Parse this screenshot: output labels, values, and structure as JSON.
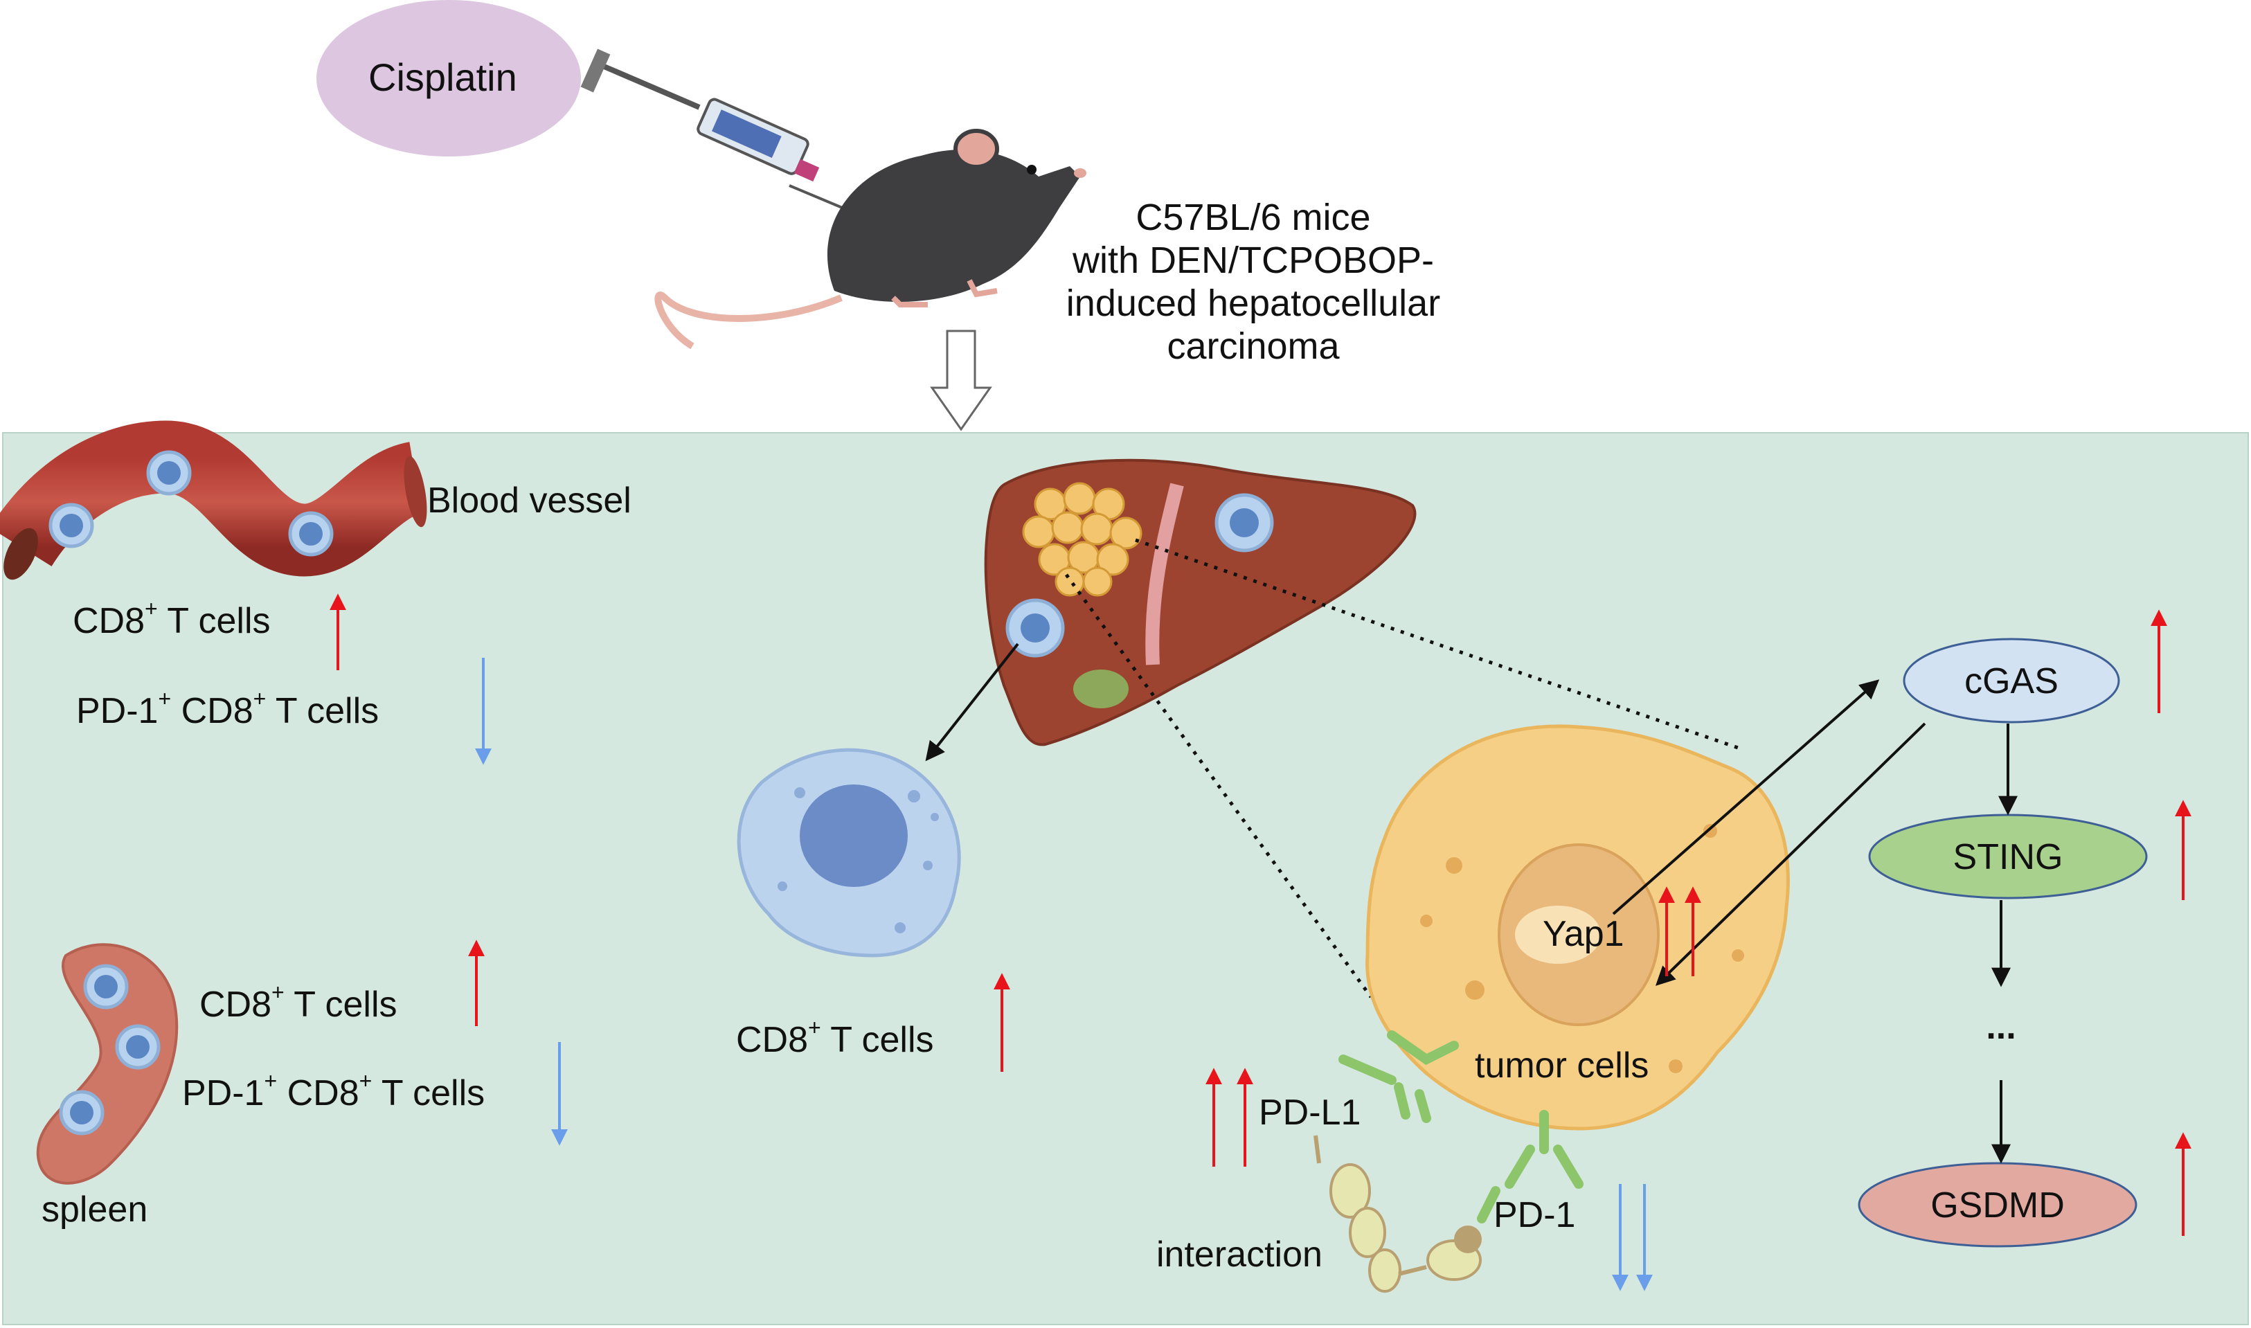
{
  "drug": {
    "label": "Cisplatin",
    "color": "#dcc6e0"
  },
  "mouse": {
    "line1": "C57BL/6  mice",
    "line2": "with DEN/TCPOBOP-",
    "line3": "induced hepatocellular",
    "line4": "carcinoma"
  },
  "panel": {
    "background": "#d5e8df"
  },
  "blood_vessel": {
    "label": "Blood vessel",
    "cd8_prefix": "CD8",
    "cd8_suffix": " T cells",
    "pd1_prefix": "PD-1",
    "pd1_mid": " CD8",
    "pd1_suffix": " T cells",
    "sup": "+"
  },
  "spleen": {
    "label": "spleen",
    "cd8_prefix": "CD8",
    "cd8_suffix": " T cells",
    "pd1_prefix": "PD-1",
    "pd1_mid": " CD8",
    "pd1_suffix": " T cells",
    "sup": "+"
  },
  "liver": {
    "cd8_prefix": "CD8",
    "cd8_suffix": " T cells",
    "sup": "+"
  },
  "tumor": {
    "cell_label": "tumor cells",
    "nucleus_label": "Yap1",
    "pdl1_label": "PD-L1",
    "pd1_label": "PD-1",
    "interaction_label": "interaction"
  },
  "pathway": {
    "nodes": [
      {
        "label": "cGAS",
        "color": "#d3e2f3"
      },
      {
        "label": "STING",
        "color": "#a9d18e"
      },
      {
        "label": "...",
        "color": ""
      },
      {
        "label": "GSDMD",
        "color": "#e2a9a0"
      }
    ]
  },
  "colors": {
    "up_arrow": "#e8141b",
    "down_arrow": "#6b9eea"
  }
}
